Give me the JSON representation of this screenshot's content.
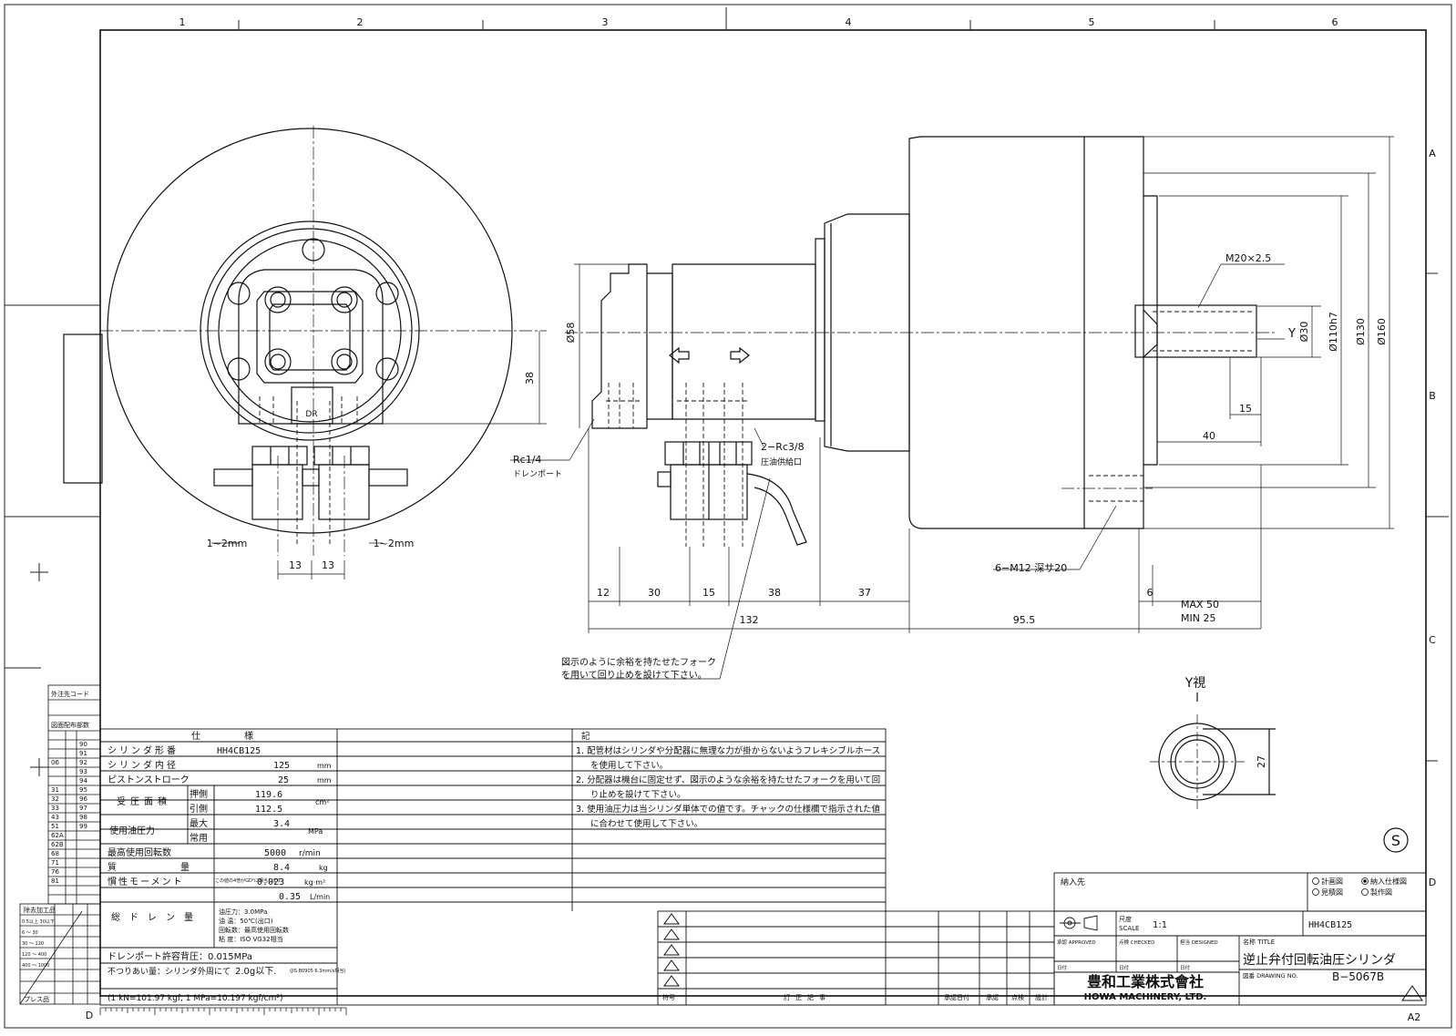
{
  "grid": {
    "columns": [
      "1",
      "2",
      "3",
      "4",
      "5",
      "6"
    ],
    "rows": [
      "A",
      "B",
      "C",
      "D"
    ],
    "bottom_left_letter": "D",
    "sheet_size": "A2"
  },
  "dimensions": {
    "dia58": "Ø58",
    "d38_vertical": "38",
    "m20": "M20×2.5",
    "y_arrow": "Y",
    "dia30": "Ø30",
    "dia110": "Ø110h7",
    "dia130": "Ø130",
    "dia160": "Ø160",
    "d15_right": "15",
    "d40": "40",
    "rc14": "Rc1/4",
    "drain_port": "ドレンポート",
    "rc38": "2−Rc3/8",
    "supply_port": "圧油供給口",
    "m12": "6−M12 深サ20",
    "d12": "12",
    "d30": "30",
    "d15": "15",
    "d38": "38",
    "d37": "37",
    "d6": "6",
    "max50": "MAX 50",
    "min25": "MIN 25",
    "d132": "132",
    "d95": "95.5",
    "gap_left": "1~2mm",
    "gap_right": "1~2mm",
    "d13a": "13",
    "d13b": "13",
    "dr_label": "DR",
    "fork_note_1": "図示のように余裕を持たせたフォーク",
    "fork_note_2": "を用いて回り止めを設けて下さい。",
    "y_view_title": "Y視",
    "y_view_27": "27",
    "s_mark": "S"
  },
  "spec": {
    "header_left": "仕",
    "header_right": "様",
    "rows": [
      {
        "label": "シリンダ形番",
        "value": "HH4CB125",
        "unit": ""
      },
      {
        "label": "シリンダ内径",
        "value": "125",
        "unit": "mm"
      },
      {
        "label": "ピストンストローク",
        "value": "25",
        "unit": "mm"
      }
    ],
    "area_label": "受圧面積",
    "area_push": "押側",
    "area_push_val": "119.6",
    "area_pull": "引側",
    "area_pull_val": "112.5",
    "area_unit": "cm²",
    "pressure_label": "使用油圧力",
    "pressure_max": "最大",
    "pressure_max_val": "3.4",
    "pressure_normal": "常用",
    "pressure_unit": "MPa",
    "speed_label": "最高使用回転数",
    "speed_val": "5000",
    "speed_unit": "r/min",
    "mass_label": "質量",
    "mass_val": "8.4",
    "mass_unit": "kg",
    "inertia_label": "慣性モーメント",
    "inertia_note": "この値の4倍がGD²に相当します。",
    "inertia_val": "0.023",
    "inertia_unit": "kg·m²",
    "drain_label": "総ドレン量",
    "drain_val": "0.35",
    "drain_unit": "L/min",
    "drain_cond_1": "油圧力：3.0MPa",
    "drain_cond_2": "油 温：50℃(出口)",
    "drain_cond_3": "回転数：最高使用回転数",
    "drain_cond_4": "粘 度：ISO VG32相当",
    "backpressure": "ドレンポート許容背圧：0.015MPa",
    "unbalance_a": "不つりあい量：シリンダ外周にて",
    "unbalance_b": "2.0g以下.",
    "unbalance_c": "(JIS B0905 6.3mm/s相当)",
    "conversion": "(1 kN=101.97 kgf, 1 MPa=10.197 kgf/cm²)"
  },
  "notes": {
    "header": "記",
    "lines": [
      "1. 配管材はシリンダや分配器に無理な力が掛からないようフレキシブルホース",
      "を使用して下さい。",
      "2. 分配器は機台に固定せず、図示のような余裕を持たせたフォークを用いて回",
      "り止めを設けて下さい。",
      "3. 使用油圧力は当シリンダ単体での値です。チャックの仕様欄で指示された値",
      "に合わせて使用して下さい。"
    ]
  },
  "left_table": {
    "title_1": "外注先コード",
    "title_2": "図面配布部数",
    "codes": [
      "90",
      "91",
      "92",
      "93",
      "94",
      "95",
      "96",
      "97",
      "98",
      "99"
    ],
    "left_codes": [
      "",
      "",
      "06",
      "",
      "",
      "31",
      "32",
      "33",
      "43",
      "51",
      "62A",
      "62B",
      "68",
      "71",
      "76",
      "81"
    ],
    "tolerance_title": "除去加工品",
    "tol_rows": [
      "0.5以上 30以下",
      "6 ～ 30",
      "30 ～ 120",
      "120 ～ 400",
      "400 ～ 1000"
    ],
    "tol_footer": "プレス品"
  },
  "revision": {
    "symbol_label": "符号",
    "content_label": "訂正記事",
    "date_label": "承認日付",
    "approve_label": "承認",
    "check_label": "点検",
    "design_label": "設計"
  },
  "title_block": {
    "delivery_label": "納入先",
    "options": [
      "計画図",
      "納入仕様図",
      "見積図",
      "製作図"
    ],
    "scale_label": "尺度",
    "scale_en": "SCALE",
    "scale_val": "1:1",
    "model": "HH4CB125",
    "approved": "承認 APPROVED",
    "checked": "点検 CHECKED",
    "designed": "担当 DESIGNED",
    "date_1": "日付",
    "date_2": "日付",
    "date_3": "日付",
    "name_label": "名称 TITLE",
    "name": "逆止弁付回転油圧シリンダ",
    "drawing_label": "図番 DRAWING NO.",
    "drawing_no": "B−5067B",
    "company_jp": "豊和工業株式會社",
    "company_en": "HOWA MACHINERY, LTD."
  }
}
